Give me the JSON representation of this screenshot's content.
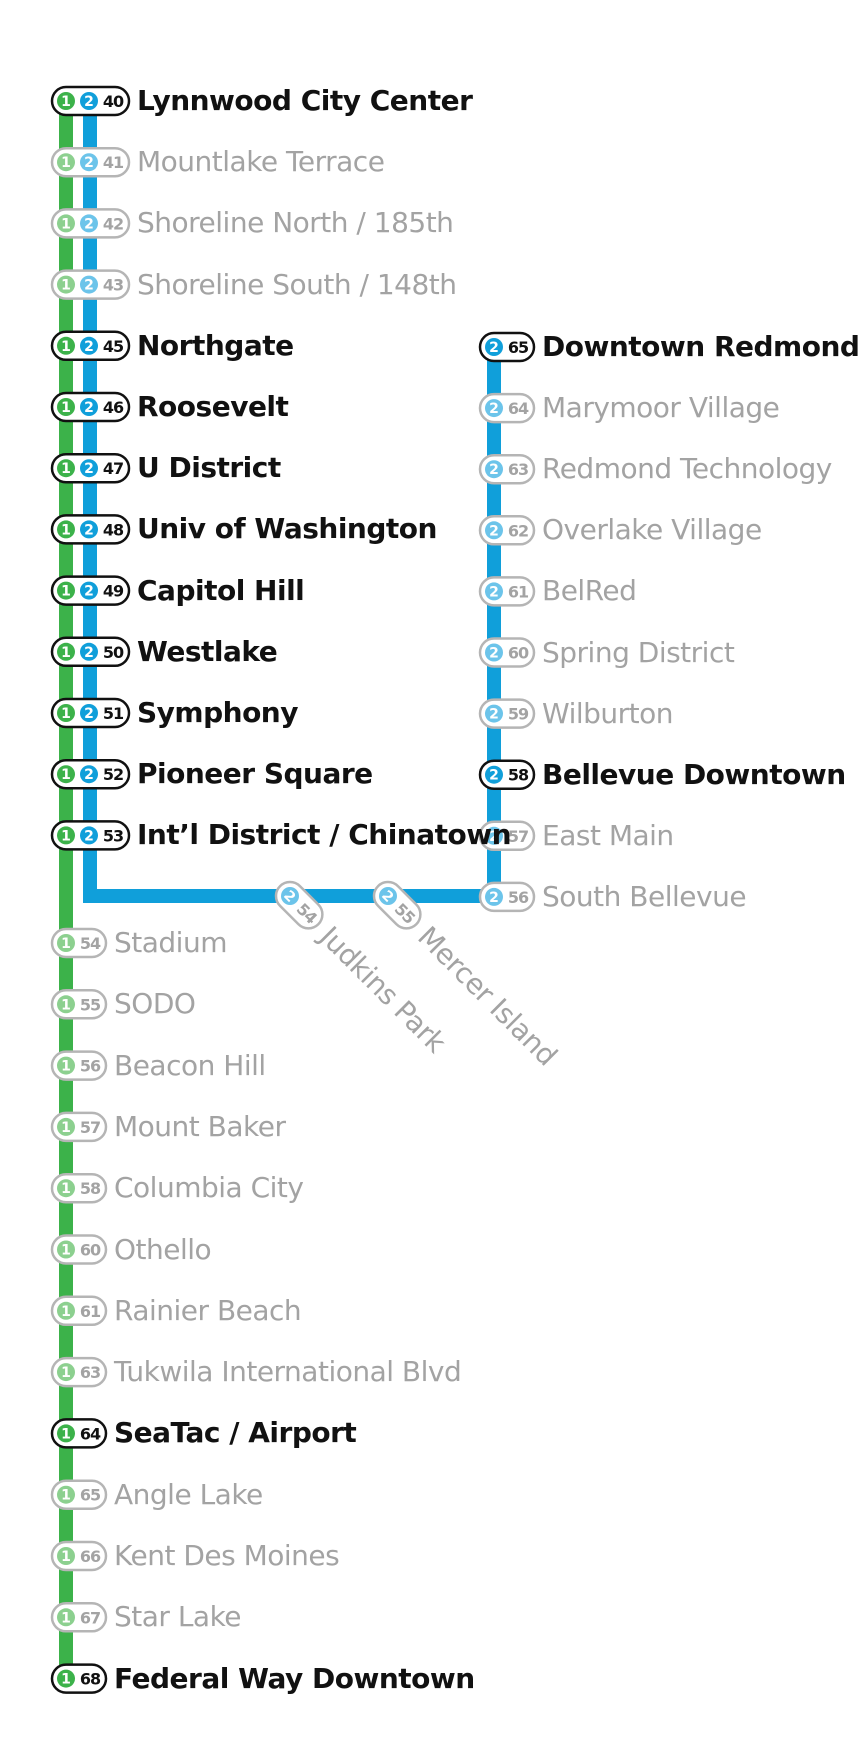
{
  "colors": {
    "line1": "#3cb24a",
    "line2": "#109fda",
    "major_text": "#111111",
    "minor_text": "#a3a3a3",
    "light_green": "#8cd08f",
    "light_blue": "#6cc4ea",
    "dark_outline": "#111111",
    "light_outline": "#b5b5b5"
  },
  "lines": [
    {
      "id": "line-1",
      "color": "#3cb24a",
      "badge": "1"
    },
    {
      "id": "line-2",
      "color": "#109fda",
      "badge": "2"
    }
  ],
  "stations": {
    "trunk": [
      {
        "code": "40",
        "name": "Lynnwood City Center",
        "major": true
      },
      {
        "code": "41",
        "name": "Mountlake Terrace",
        "major": false
      },
      {
        "code": "42",
        "name": "Shoreline North / 185th",
        "major": false
      },
      {
        "code": "43",
        "name": "Shoreline South / 148th",
        "major": false
      },
      {
        "code": "45",
        "name": "Northgate",
        "major": true
      },
      {
        "code": "46",
        "name": "Roosevelt",
        "major": true
      },
      {
        "code": "47",
        "name": "U District",
        "major": true
      },
      {
        "code": "48",
        "name": "Univ of Washington",
        "major": true
      },
      {
        "code": "49",
        "name": "Capitol Hill",
        "major": true
      },
      {
        "code": "50",
        "name": "Westlake",
        "major": true
      },
      {
        "code": "51",
        "name": "Symphony",
        "major": true
      },
      {
        "code": "52",
        "name": "Pioneer Square",
        "major": true
      },
      {
        "code": "53",
        "name": "Int’l District / Chinatown",
        "major": true
      }
    ],
    "line1_south": [
      {
        "code": "54",
        "name": "Stadium",
        "major": false
      },
      {
        "code": "55",
        "name": "SODO",
        "major": false
      },
      {
        "code": "56",
        "name": "Beacon Hill",
        "major": false
      },
      {
        "code": "57",
        "name": "Mount Baker",
        "major": false
      },
      {
        "code": "58",
        "name": "Columbia City",
        "major": false
      },
      {
        "code": "60",
        "name": "Othello",
        "major": false
      },
      {
        "code": "61",
        "name": "Rainier Beach",
        "major": false
      },
      {
        "code": "63",
        "name": "Tukwila International Blvd",
        "major": false
      },
      {
        "code": "64",
        "name": "SeaTac / Airport",
        "major": true
      },
      {
        "code": "65",
        "name": "Angle Lake",
        "major": false
      },
      {
        "code": "66",
        "name": "Kent Des Moines",
        "major": false
      },
      {
        "code": "67",
        "name": "Star Lake",
        "major": false
      },
      {
        "code": "68",
        "name": "Federal Way Downtown",
        "major": true
      }
    ],
    "line2_east": [
      {
        "code": "65",
        "name": "Downtown Redmond",
        "major": true
      },
      {
        "code": "64",
        "name": "Marymoor Village",
        "major": false
      },
      {
        "code": "63",
        "name": "Redmond Technology",
        "major": false
      },
      {
        "code": "62",
        "name": "Overlake Village",
        "major": false
      },
      {
        "code": "61",
        "name": "BelRed",
        "major": false
      },
      {
        "code": "60",
        "name": "Spring District",
        "major": false
      },
      {
        "code": "59",
        "name": "Wilburton",
        "major": false
      },
      {
        "code": "58",
        "name": "Bellevue Downtown",
        "major": true
      },
      {
        "code": "57",
        "name": "East Main",
        "major": false
      },
      {
        "code": "56",
        "name": "South Bellevue",
        "major": false
      }
    ],
    "line2_crossing": [
      {
        "code": "54",
        "name": "Judkins Park",
        "major": false
      },
      {
        "code": "55",
        "name": "Mercer Island",
        "major": false
      }
    ]
  }
}
